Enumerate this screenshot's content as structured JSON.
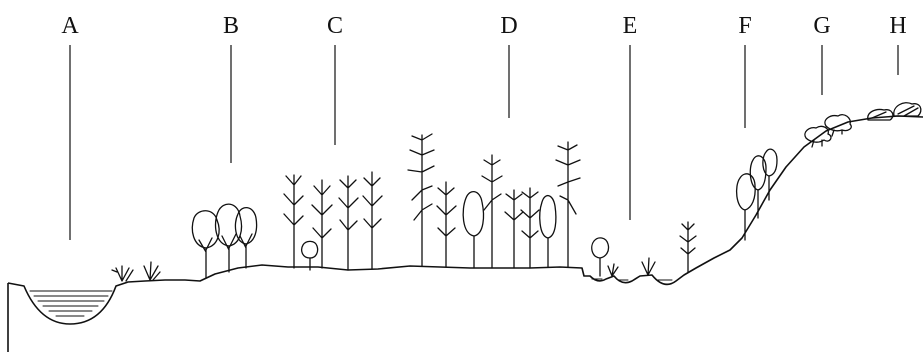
{
  "zones": [
    {
      "id": "A",
      "label": "A"
    },
    {
      "id": "B",
      "label": "B"
    },
    {
      "id": "C",
      "label": "C"
    },
    {
      "id": "D",
      "label": "D"
    },
    {
      "id": "E",
      "label": "E"
    },
    {
      "id": "F",
      "label": "F"
    },
    {
      "id": "G",
      "label": "G"
    },
    {
      "id": "H",
      "label": "H"
    }
  ],
  "colors": {
    "ink": "#111111",
    "background": "#ffffff"
  }
}
